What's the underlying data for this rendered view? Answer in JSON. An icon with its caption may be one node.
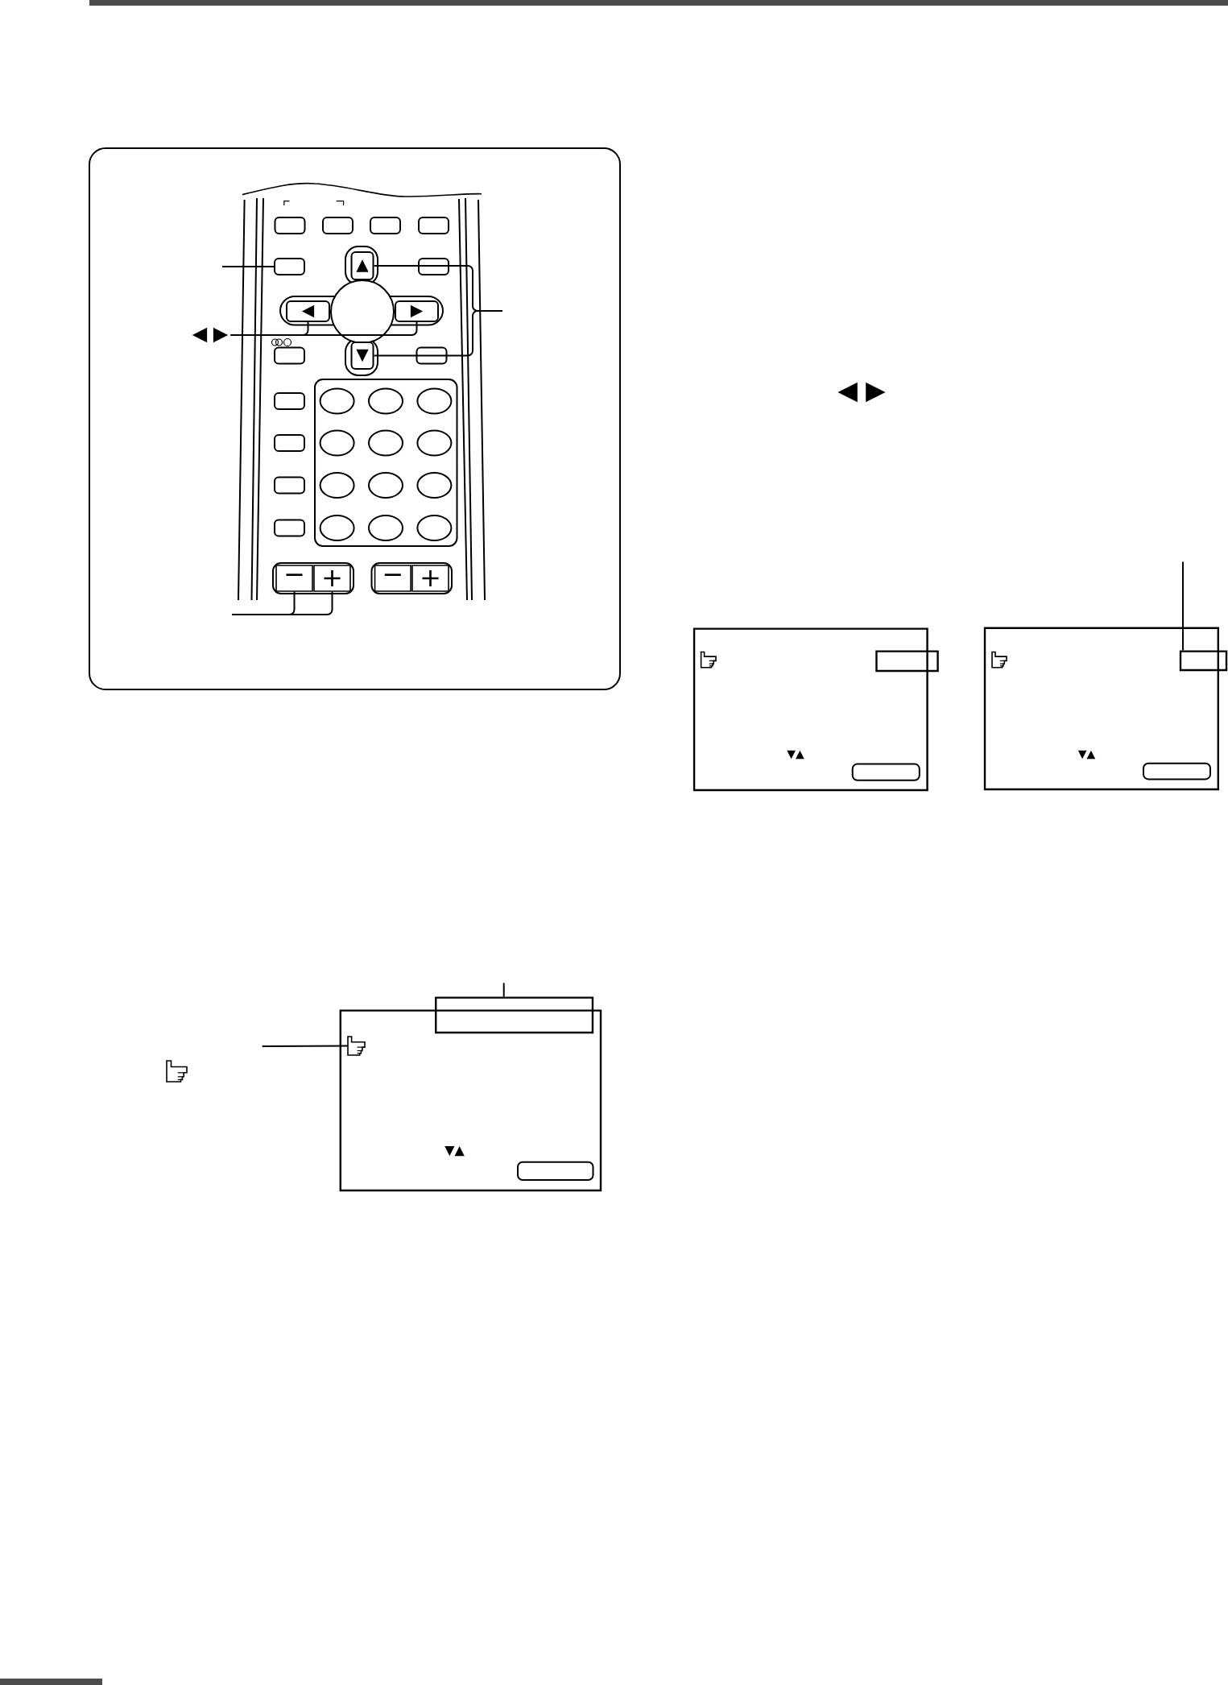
{
  "diagram": {
    "nodes": [
      {
        "text": [],
        "shape": "box"
      },
      {
        "text": [],
        "shape": "box",
        "in": 0
      },
      {
        "text": [
          "▲"
        ],
        "in": 0
      },
      {
        "text": [
          "◀"
        ],
        "in": 0
      },
      {
        "text": [
          "▶"
        ],
        "in": 0
      },
      {
        "text": [
          "◀ ▶"
        ],
        "in": 0
      },
      {
        "text": [
          "▼"
        ],
        "in": 0
      },
      {
        "text": [
          "−"
        ],
        "in": 0
      },
      {
        "text": [
          "+"
        ],
        "in": 0
      },
      {
        "text": [
          "−"
        ],
        "in": 0
      },
      {
        "text": [
          "+"
        ],
        "in": 0
      },
      {
        "text": [],
        "shape": "box"
      },
      {
        "text": [],
        "shape": "box"
      },
      {
        "text": [],
        "shape": "box"
      },
      {
        "text": [],
        "shape": "box"
      },
      {
        "text": [],
        "shape": "box"
      },
      {
        "text": [],
        "shape": "box"
      },
      {
        "text": [],
        "shape": "picture",
        "in": 15
      }
    ],
    "edges": [
      {
        "from": null,
        "to": 1,
        "arrow": "none"
      },
      {
        "from": null,
        "to": 2,
        "arrow": "none"
      },
      {
        "from": null,
        "to": 6,
        "arrow": "none"
      },
      {
        "from": 5,
        "to": 3,
        "arrow": "none"
      },
      {
        "from": 5,
        "to": 4,
        "arrow": "none"
      },
      {
        "from": null,
        "to": 7,
        "arrow": "none"
      },
      {
        "from": null,
        "to": 8,
        "arrow": "none"
      },
      {
        "from": null,
        "to": 14,
        "arrow": "none"
      },
      {
        "from": null,
        "to": 16,
        "arrow": "none"
      },
      {
        "from": null,
        "to": 17,
        "arrow": "none"
      }
    ],
    "labels": [
      "◀ ▶",
      "▼▲",
      "▼▲",
      "▼▲"
    ]
  }
}
